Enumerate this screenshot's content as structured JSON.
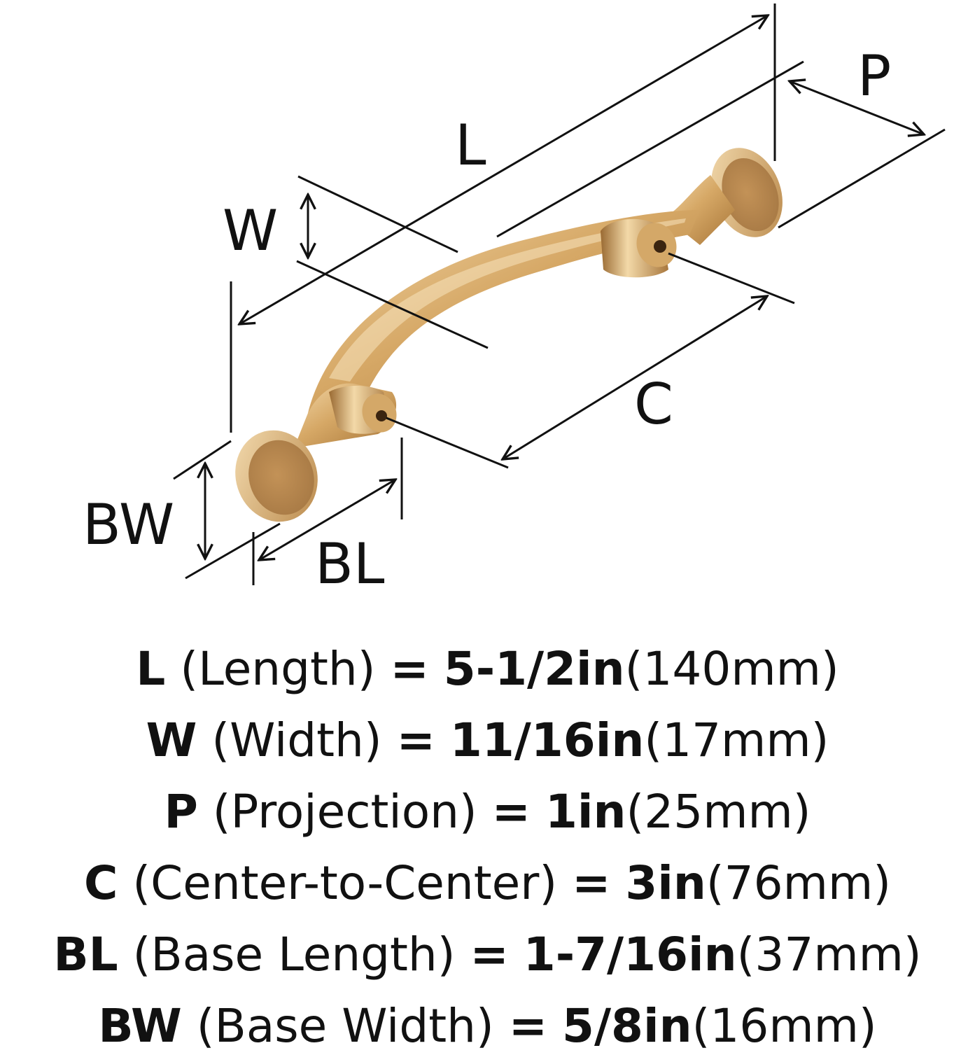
{
  "diagram": {
    "labels": {
      "L": "L",
      "W": "W",
      "P": "P",
      "C": "C",
      "BW": "BW",
      "BL": "BL"
    },
    "colors": {
      "metal_light": "#e8c58e",
      "metal_mid": "#c99a5a",
      "metal_dark": "#8a5e2c",
      "line": "#111111"
    }
  },
  "specs": [
    {
      "symbol": "L",
      "label": "(Length)",
      "equals": "=",
      "imperial": "5-1/2in",
      "metric": "(140mm)"
    },
    {
      "symbol": "W",
      "label": "(Width)",
      "equals": "=",
      "imperial": "11/16in",
      "metric": "(17mm)"
    },
    {
      "symbol": "P",
      "label": "(Projection)",
      "equals": "=",
      "imperial": "1in",
      "metric": "(25mm)"
    },
    {
      "symbol": "C",
      "label": "(Center-to-Center)",
      "equals": "=",
      "imperial": "3in",
      "metric": "(76mm)"
    },
    {
      "symbol": "BL",
      "label": "(Base Length)",
      "equals": "=",
      "imperial": "1-7/16in",
      "metric": "(37mm)"
    },
    {
      "symbol": "BW",
      "label": "(Base Width)",
      "equals": "=",
      "imperial": "5/8in",
      "metric": "(16mm)"
    }
  ]
}
